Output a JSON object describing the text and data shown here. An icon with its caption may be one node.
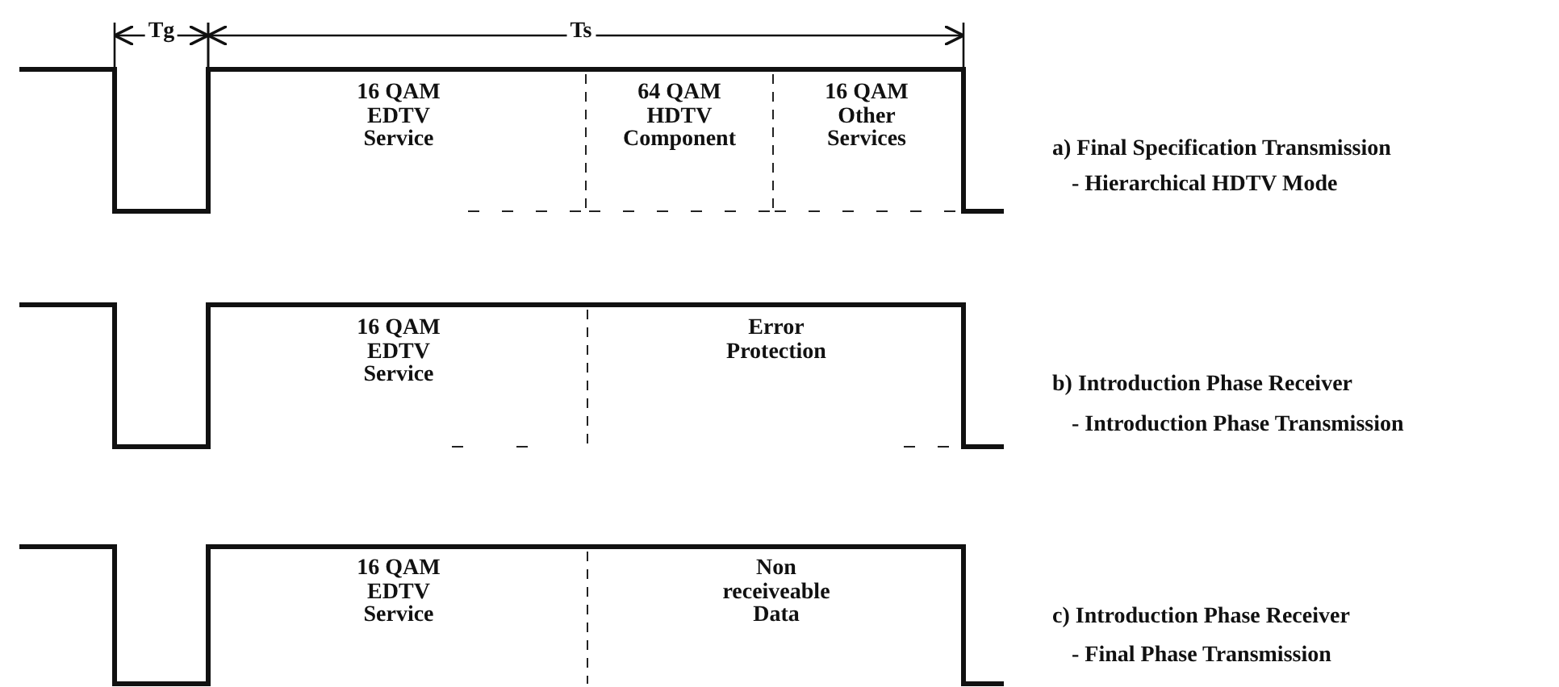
{
  "diagram": {
    "labels": [
      "Tg",
      "Ts",
      "16 QAM EDTV Service",
      "64 QAM HDTV Component",
      "16 QAM Other Services",
      "a) Final Specification Transmission",
      "- Hierarchical HDTV Mode",
      "16 QAM EDTV Service",
      "Error Protection",
      "b) Introduction Phase Receiver",
      "- Introduction Phase Transmission",
      "16 QAM EDTV Service",
      "Non receiveable Data",
      "c) Introduction Phase Receiver",
      "- Final Phase Transmission"
    ]
  }
}
